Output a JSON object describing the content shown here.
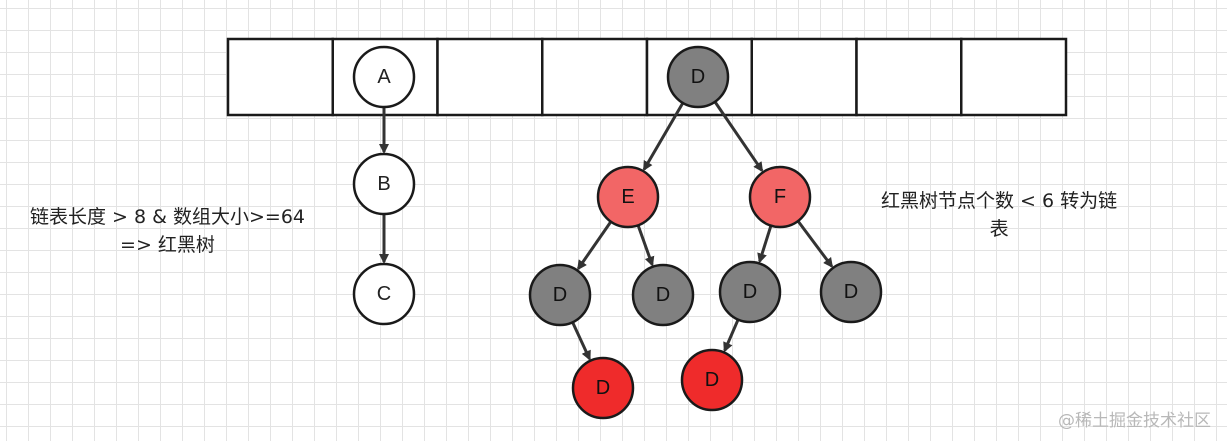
{
  "diagram": {
    "nodes": [
      {
        "id": "A",
        "label": "A",
        "color": "white"
      },
      {
        "id": "B",
        "label": "B",
        "color": "white"
      },
      {
        "id": "C",
        "label": "C",
        "color": "white"
      },
      {
        "id": "D-root",
        "label": "D",
        "color": "gray"
      },
      {
        "id": "E",
        "label": "E",
        "color": "pink"
      },
      {
        "id": "F",
        "label": "F",
        "color": "pink"
      },
      {
        "id": "D-e-left",
        "label": "D",
        "color": "gray"
      },
      {
        "id": "D-e-right",
        "label": "D",
        "color": "gray"
      },
      {
        "id": "D-f-left",
        "label": "D",
        "color": "gray"
      },
      {
        "id": "D-f-right",
        "label": "D",
        "color": "gray"
      },
      {
        "id": "D-red-1",
        "label": "D",
        "color": "red"
      },
      {
        "id": "D-red-2",
        "label": "D",
        "color": "red"
      }
    ],
    "edges": [
      [
        "A",
        "B"
      ],
      [
        "B",
        "C"
      ],
      [
        "D-root",
        "E"
      ],
      [
        "D-root",
        "F"
      ],
      [
        "E",
        "D-e-left"
      ],
      [
        "E",
        "D-e-right"
      ],
      [
        "F",
        "D-f-left"
      ],
      [
        "F",
        "D-f-right"
      ],
      [
        "D-e-left",
        "D-red-1"
      ],
      [
        "D-f-left",
        "D-red-2"
      ]
    ],
    "bucket_count": 8
  },
  "notes": {
    "left_line1": "链表长度 > 8 & 数组大小>=64",
    "left_line2": "=> 红黑树",
    "right_line1": "红黑树节点个数 < 6 转为链",
    "right_line2": "表"
  },
  "watermark": "@稀土掘金技术社区",
  "colors": {
    "white": "#ffffff",
    "gray": "#808080",
    "pink": "#f26666",
    "red": "#ef2b2b",
    "stroke": "#1a1a1a"
  }
}
